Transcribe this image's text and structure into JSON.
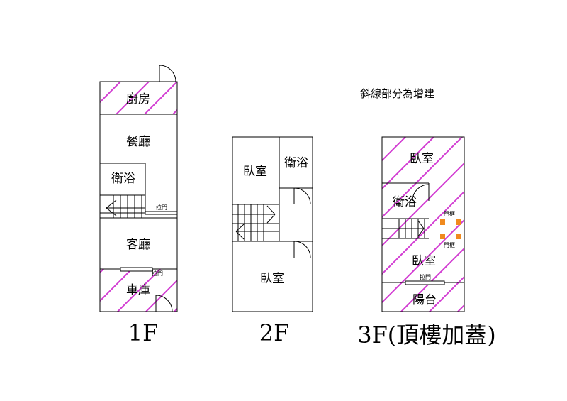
{
  "note": "斜線部分為增建",
  "colors": {
    "hatch": "#d23cd2",
    "marker": "#f08a1e",
    "line": "#000000",
    "background": "#ffffff"
  },
  "floor1": {
    "title": "1F",
    "rooms": {
      "kitchen": "廚房",
      "dining": "餐廳",
      "bath": "衛浴",
      "living": "客廳",
      "garage": "車庫"
    },
    "sliding_door_1": "拉門",
    "sliding_door_2": "拉門"
  },
  "floor2": {
    "title": "2F",
    "rooms": {
      "bedroom_top": "臥室",
      "bath": "衛浴",
      "bedroom_bottom": "臥室"
    }
  },
  "floor3": {
    "title": "3F(頂樓加蓋)",
    "rooms": {
      "bedroom_top": "臥室",
      "bath": "衛浴",
      "bedroom_main": "臥室",
      "balcony": "陽台"
    },
    "door_frame_top": "門框",
    "door_frame_bottom": "門框",
    "sliding_door": "拉門"
  }
}
